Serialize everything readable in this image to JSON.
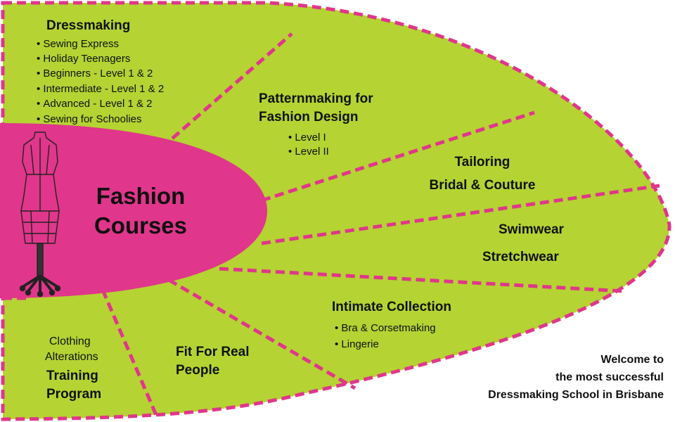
{
  "colors": {
    "fill": "#b5d332",
    "accent": "#e0368b",
    "text": "#111111"
  },
  "center": {
    "line1": "Fashion",
    "line2": "Courses",
    "icon": "dress-form-icon"
  },
  "dressmaking": {
    "title": "Dressmaking",
    "items": [
      "Sewing Express",
      "Holiday Teenagers",
      "Beginners - Level 1 & 2",
      "Intermediate - Level 1 & 2",
      "Advanced - Level 1 & 2",
      "Sewing for Schoolies"
    ]
  },
  "patternmaking": {
    "title_line1": "Patternmaking for",
    "title_line2": "Fashion Design",
    "items": [
      "Level I",
      "Level II"
    ]
  },
  "tailoring": {
    "line1": "Tailoring",
    "line2": "Bridal & Couture"
  },
  "swimwear": {
    "line1": "Swimwear",
    "line2": "Stretchwear"
  },
  "intimate": {
    "title": "Intimate Collection",
    "items": [
      "Bra &  Corsetmaking",
      "Lingerie"
    ]
  },
  "fit": {
    "line1": "Fit For Real",
    "line2": "People"
  },
  "training": {
    "sub1": "Clothing",
    "sub2": "Alterations",
    "line1": "Training",
    "line2": "Program"
  },
  "welcome": {
    "line1": "Welcome to",
    "line2": "the most successful",
    "line3": "Dressmaking School in Brisbane"
  }
}
